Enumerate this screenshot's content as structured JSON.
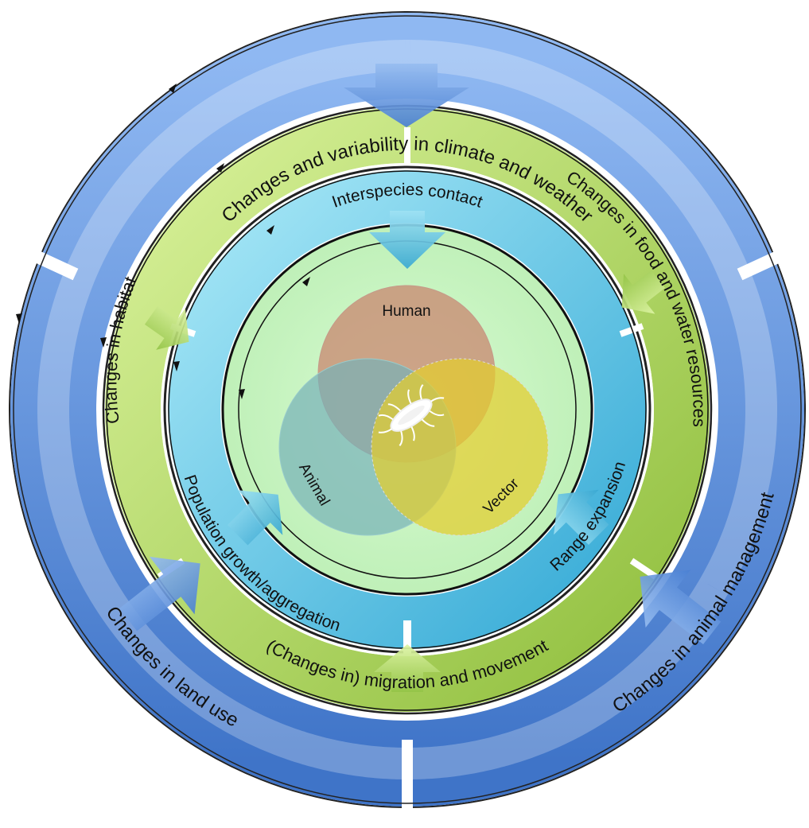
{
  "outer_ring": {
    "labels": {
      "top": "Changes and variability in climate and weather",
      "left": "Changes in land use",
      "right": "Changes in animal management"
    },
    "colors": {
      "fill": "#4f86d8",
      "light": "#8fb8f2"
    }
  },
  "middle_ring": {
    "labels": {
      "left": "Changes in habitat",
      "right": "Changes in food and water resources",
      "bottom": "(Changes in) migration and movement"
    },
    "colors": {
      "fill": "#9cc84a",
      "light": "#d3ec92"
    }
  },
  "inner_ring": {
    "labels": {
      "top": "Interspecies contact",
      "left": "Population growth/aggregation",
      "right": "Range expansion"
    },
    "colors": {
      "fill": "#3fb6dc",
      "light": "#a6e6f6"
    }
  },
  "core": {
    "background": "#ccf5c6",
    "venn": {
      "human": {
        "label": "Human",
        "color": "#c9826c"
      },
      "animal": {
        "label": "Animal",
        "color": "#76b1b8"
      },
      "vector": {
        "label": "Vector",
        "color": "#e3cd2e"
      }
    },
    "pathogen_icon": "bacterium-icon"
  }
}
